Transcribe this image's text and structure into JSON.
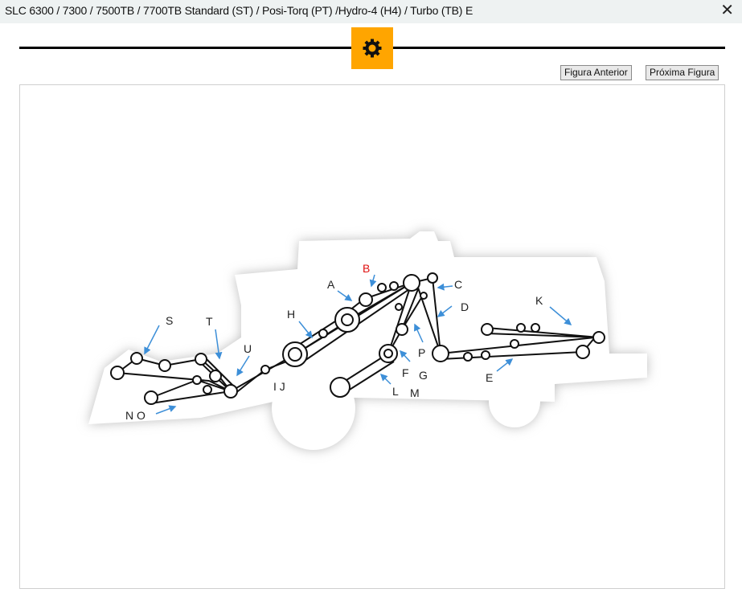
{
  "window": {
    "title": "SLC 6300 / 7300 / 7500TB / 7700TB Standard (ST) / Posi-Torq (PT) /Hydro-4 (H4) / Turbo (TB) E",
    "close_icon": "close-icon"
  },
  "toolbar": {
    "settings_icon": "gear-icon",
    "accent_color": "#ffa500",
    "prev_label": "Figura Anterior",
    "next_label": "Próxima Figura"
  },
  "diagram": {
    "selected": "B",
    "selected_color": "#e01010",
    "arrow_color": "#3d8fd8",
    "labels": {
      "A": "A",
      "B": "B",
      "C": "C",
      "D": "D",
      "E": "E",
      "F": "F",
      "G": "G",
      "H": "H",
      "IJ": "I J",
      "K": "K",
      "L": "L",
      "M": "M",
      "NO": "N O",
      "P": "P",
      "S": "S",
      "T": "T",
      "U": "U"
    }
  }
}
